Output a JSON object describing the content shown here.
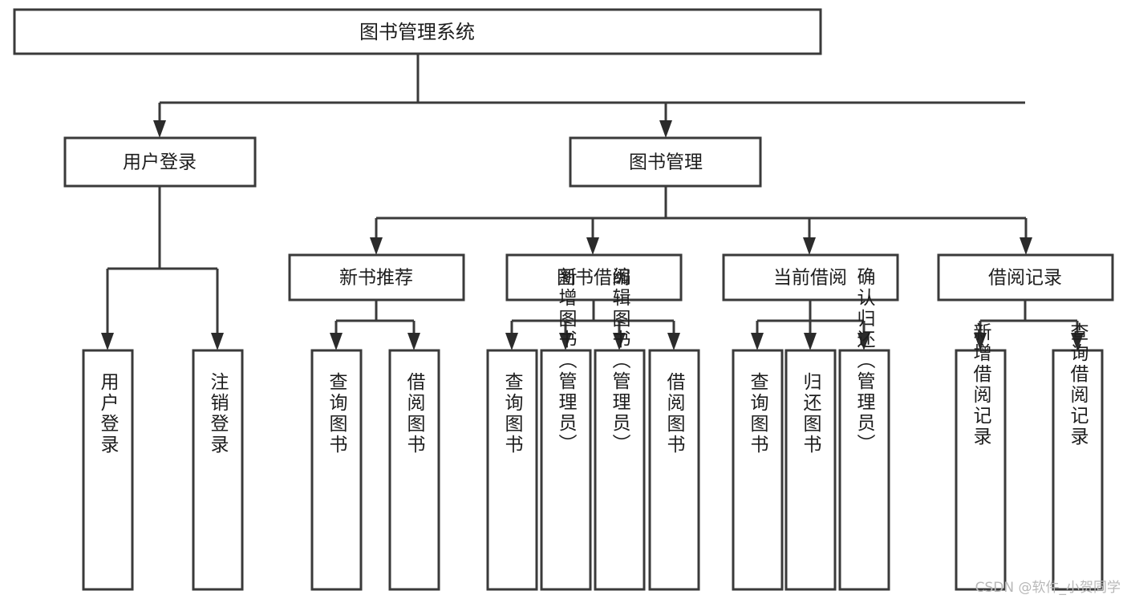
{
  "diagram": {
    "title": "图书管理系统",
    "type": "tree",
    "watermark": "CSDN @软件_小贺同学",
    "colors": {
      "box_stroke": "#3a3a3a",
      "box_fill": "#ffffff",
      "text": "#1d1d1d",
      "edge": "#3a3a3a",
      "background": "#ffffff",
      "watermark": "#b8b8b8"
    },
    "root": {
      "label": "图书管理系统"
    },
    "level2": [
      {
        "label": "用户登录"
      },
      {
        "label": "图书管理"
      }
    ],
    "level3": [
      {
        "label": "新书推荐"
      },
      {
        "label": "图书借阅"
      },
      {
        "label": "当前借阅"
      },
      {
        "label": "借阅记录"
      }
    ],
    "leaves": {
      "user_login": [
        {
          "label": "用户登录"
        },
        {
          "label": "注销登录"
        }
      ],
      "new_book": [
        {
          "label": "查询图书"
        },
        {
          "label": "借阅图书"
        }
      ],
      "book_borrow": [
        {
          "label": "查询图书"
        },
        {
          "label": "新增图书（管理员）"
        },
        {
          "label": "编辑图书（管理员）"
        },
        {
          "label": "借阅图书"
        }
      ],
      "current_borrow": [
        {
          "label": "查询图书"
        },
        {
          "label": "归还图书"
        },
        {
          "label": "确认归还（管理员）"
        }
      ],
      "borrow_record": [
        {
          "label": "新增借阅记录"
        },
        {
          "label": "查询借阅记录"
        }
      ]
    }
  }
}
